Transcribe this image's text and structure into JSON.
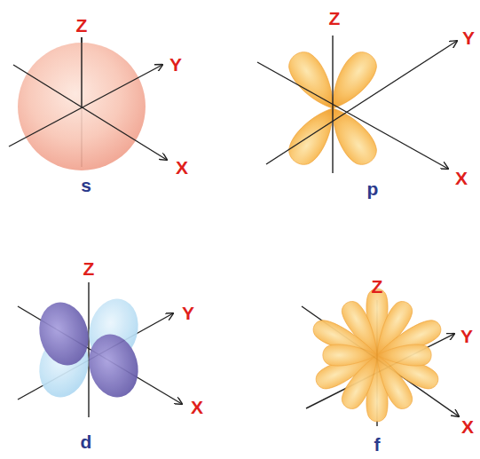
{
  "diagram": {
    "labels": [
      "Z",
      "Y",
      "X",
      "s",
      "Z",
      "Y",
      "X",
      "p",
      "Z",
      "Y",
      "X",
      "d",
      "Z",
      "Y",
      "X",
      "f"
    ]
  }
}
